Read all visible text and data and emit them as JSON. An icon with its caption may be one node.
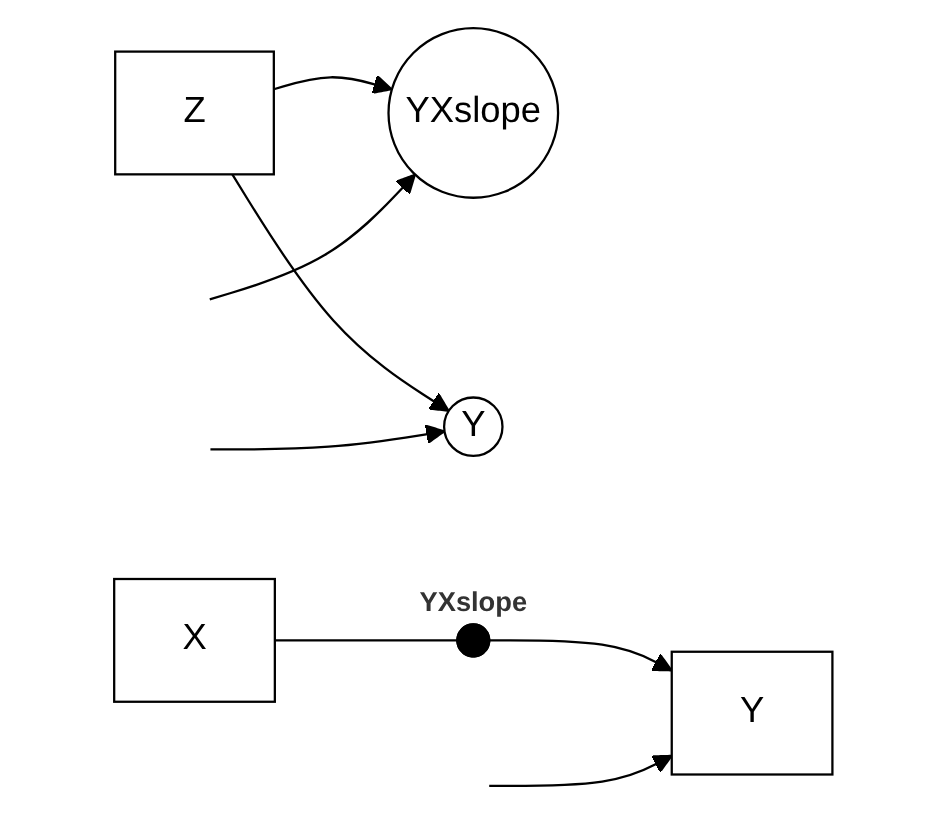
{
  "diagram": {
    "nodes": [
      {
        "text": [
          "Z"
        ]
      },
      {
        "text": [
          "YXslope"
        ]
      },
      {
        "text": [
          "Y"
        ]
      },
      {
        "text": [
          "X"
        ]
      },
      {
        "text": [],
        "shape": "circle",
        "beside": [
          "YXslope"
        ]
      },
      {
        "text": [
          "Y"
        ]
      }
    ],
    "edges": [
      {
        "from": 0,
        "to": 1,
        "arrow": "to"
      },
      {
        "from": 0,
        "to": 2,
        "arrow": "to"
      },
      {
        "from": null,
        "to": 1,
        "arrow": "to"
      },
      {
        "from": null,
        "to": 2,
        "arrow": "to"
      },
      {
        "from": 3,
        "to": 4,
        "arrow": "none"
      },
      {
        "from": 4,
        "to": 5,
        "arrow": "to"
      },
      {
        "from": null,
        "to": 5,
        "arrow": "to"
      }
    ]
  }
}
